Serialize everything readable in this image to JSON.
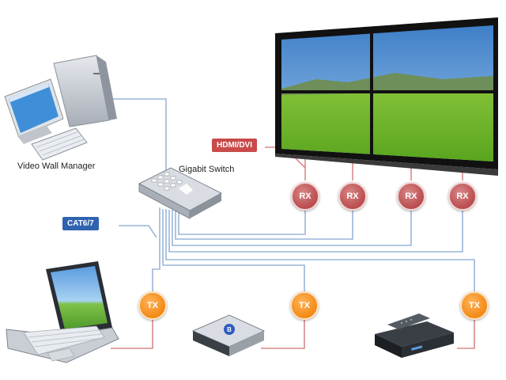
{
  "labels": {
    "manager": "Video Wall Manager",
    "switch": "Gigabit Switch",
    "hdmi_dvi": "HDMI/DVI",
    "cat": "CAT6/7"
  },
  "receivers": [
    "RX",
    "RX",
    "RX",
    "RX"
  ],
  "transmitters": [
    "TX",
    "TX",
    "TX"
  ],
  "icons": {
    "manager": "desktop-computer-icon",
    "switch": "network-switch-icon",
    "wall": "video-wall-icon",
    "laptop": "laptop-icon",
    "bluray": "blu-ray-player-icon",
    "settop": "set-top-box-icon"
  },
  "colors": {
    "rx": "#b94d4f",
    "tx": "#f28a16",
    "hdmi_tag": "#c94a4a",
    "cat_tag": "#2f63b0",
    "cable": "#9bb5d9",
    "video_cable": "#d98a8a"
  }
}
